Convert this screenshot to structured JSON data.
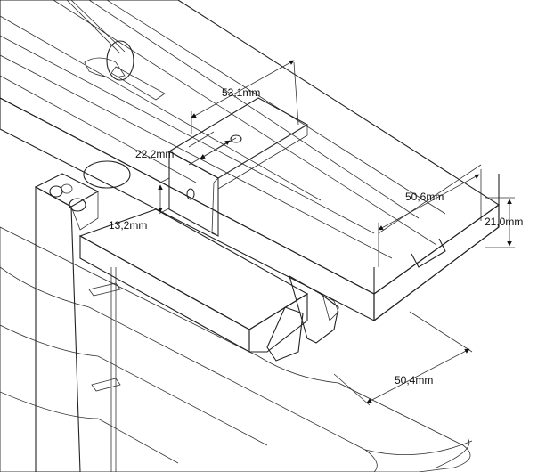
{
  "dimensions": {
    "bracket_length": "53,1mm",
    "bracket_height": "22,2mm",
    "bracket_offset": "13,2mm",
    "rail_width": "50,6mm",
    "rail_height": "21,0mm",
    "slat_width": "50,4mm"
  },
  "colors": {
    "background": "#ffffff",
    "rail_face": "#f4f4f4",
    "rail_side": "#e2e2e2",
    "bracket": "#9a9a9a",
    "bracket_dark": "#6e6e6e",
    "slat": "#efefef",
    "line": "#222222"
  }
}
